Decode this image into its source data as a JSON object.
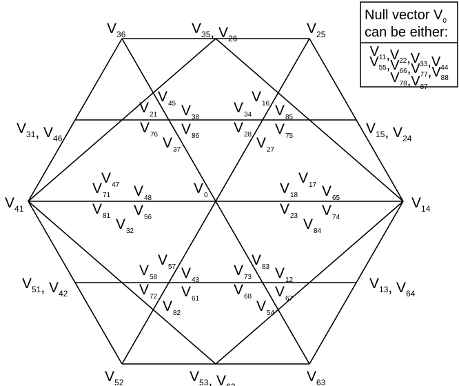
{
  "diagram": {
    "outer_labels": [
      {
        "parts": [
          [
            "V",
            "36"
          ]
        ]
      },
      {
        "parts": [
          [
            "V",
            "35"
          ],
          [
            "V",
            "26"
          ]
        ]
      },
      {
        "parts": [
          [
            "V",
            "25"
          ]
        ]
      },
      {
        "parts": [
          [
            "V",
            "31"
          ],
          [
            "V",
            "46"
          ]
        ]
      },
      {
        "parts": [
          [
            "V",
            "15"
          ],
          [
            "V",
            "24"
          ]
        ]
      },
      {
        "parts": [
          [
            "V",
            "41"
          ]
        ]
      },
      {
        "parts": [
          [
            "V",
            "14"
          ]
        ]
      },
      {
        "parts": [
          [
            "V",
            "51"
          ],
          [
            "V",
            "42"
          ]
        ]
      },
      {
        "parts": [
          [
            "V",
            "13"
          ],
          [
            "V",
            "64"
          ]
        ]
      },
      {
        "parts": [
          [
            "V",
            "52"
          ]
        ]
      },
      {
        "parts": [
          [
            "V",
            "53"
          ],
          [
            "V",
            "62"
          ]
        ]
      },
      {
        "parts": [
          [
            "V",
            "63"
          ]
        ]
      }
    ],
    "inner_labels": [
      {
        "main": "V",
        "sub": "45"
      },
      {
        "main": "V",
        "sub": "21"
      },
      {
        "main": "V",
        "sub": "38"
      },
      {
        "main": "V",
        "sub": "76"
      },
      {
        "main": "V",
        "sub": "86"
      },
      {
        "main": "V",
        "sub": "37"
      },
      {
        "main": "V",
        "sub": "16"
      },
      {
        "main": "V",
        "sub": "34"
      },
      {
        "main": "V",
        "sub": "85"
      },
      {
        "main": "V",
        "sub": "28"
      },
      {
        "main": "V",
        "sub": "75"
      },
      {
        "main": "V",
        "sub": "27"
      },
      {
        "main": "V",
        "sub": "47"
      },
      {
        "main": "V",
        "sub": "71"
      },
      {
        "main": "V",
        "sub": "48"
      },
      {
        "main": "V",
        "sub": "81"
      },
      {
        "main": "V",
        "sub": "56"
      },
      {
        "main": "V",
        "sub": "32"
      },
      {
        "main": "V",
        "sub": "0"
      },
      {
        "main": "V",
        "sub": "17"
      },
      {
        "main": "V",
        "sub": "18"
      },
      {
        "main": "V",
        "sub": "65"
      },
      {
        "main": "V",
        "sub": "23"
      },
      {
        "main": "V",
        "sub": "74"
      },
      {
        "main": "V",
        "sub": "84"
      },
      {
        "main": "V",
        "sub": "57"
      },
      {
        "main": "V",
        "sub": "58"
      },
      {
        "main": "V",
        "sub": "43"
      },
      {
        "main": "V",
        "sub": "72"
      },
      {
        "main": "V",
        "sub": "61"
      },
      {
        "main": "V",
        "sub": "82"
      },
      {
        "main": "V",
        "sub": "83"
      },
      {
        "main": "V",
        "sub": "73"
      },
      {
        "main": "V",
        "sub": "12"
      },
      {
        "main": "V",
        "sub": "68"
      },
      {
        "main": "V",
        "sub": "67"
      },
      {
        "main": "V",
        "sub": "54"
      }
    ],
    "legend": {
      "title_line1": "Null vector V",
      "title_line1_sub": "0",
      "title_line2": "can be either:",
      "rows": [
        [
          [
            "V",
            "11"
          ],
          [
            "V",
            "22"
          ],
          [
            "V",
            "33"
          ],
          [
            "V",
            "44"
          ]
        ],
        [
          [
            "V",
            "55"
          ],
          [
            "V",
            "66"
          ],
          [
            "V",
            "77"
          ],
          [
            "V",
            "88"
          ]
        ],
        [
          [
            "V",
            "78"
          ],
          [
            "V",
            "87"
          ]
        ]
      ]
    }
  }
}
